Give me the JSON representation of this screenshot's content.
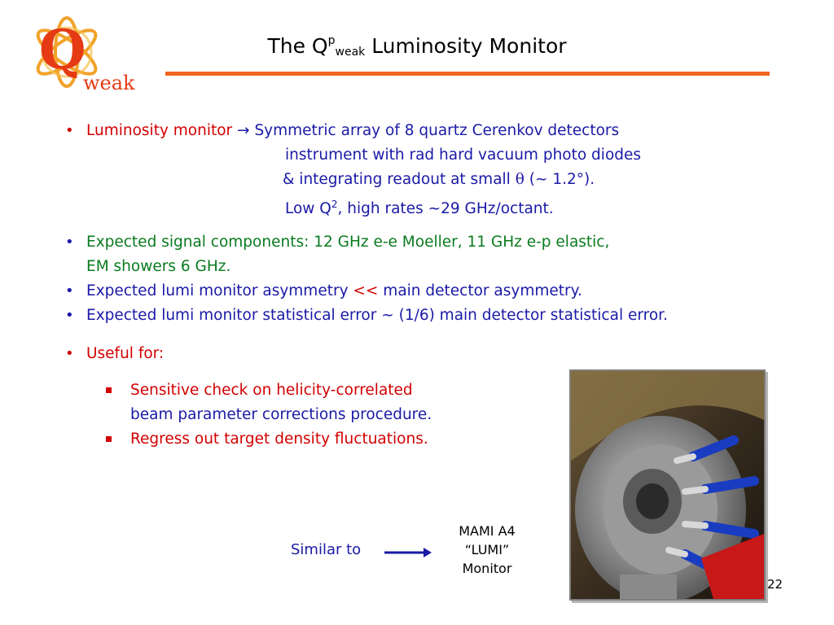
{
  "logo": {
    "letter": "Q",
    "text": "weak"
  },
  "title": {
    "prefix": "The Q",
    "sup": "p",
    "sub": "weak",
    "suffix": " Luminosity Monitor"
  },
  "bullets": {
    "b1": {
      "label": "Luminosity monitor ",
      "arrow": "→",
      "line1": " Symmetric array of 8 quartz Cerenkov detectors",
      "line2": "instrument with rad hard vacuum photo diodes",
      "line3_pre": "& integrating readout at small ",
      "line3_theta": "θ",
      "line3_post": " (~ 1.2°).",
      "line4_pre": "Low Q",
      "line4_sup": "2",
      "line4_post": ", high rates ~29 GHz/octant."
    },
    "b2": {
      "line1": "Expected signal components: 12 GHz e-e Moeller, 11 GHz e-p elastic,",
      "line2": "EM showers 6 GHz."
    },
    "b3": {
      "pre": "Expected lumi monitor asymmetry ",
      "op": "<<",
      "post": " main detector asymmetry."
    },
    "b4": {
      "text": "Expected lumi monitor statistical error ~ (1/6) main detector statistical error."
    },
    "b5": {
      "text": "Useful for:"
    },
    "sub1": {
      "line1": "Sensitive check on helicity-correlated",
      "line2": "beam parameter corrections procedure."
    },
    "sub2": {
      "text": "Regress out target density fluctuations."
    },
    "bullet_char": "•"
  },
  "similar_to": "Similar to",
  "photo_caption": {
    "line1": "MAMI A4",
    "line2": "“LUMI”",
    "line3": "Monitor"
  },
  "page_number": "22",
  "colors": {
    "accent": "#f0641e",
    "red": "#d20000",
    "blue": "#1a1aa6",
    "green": "#0a7a1e"
  }
}
